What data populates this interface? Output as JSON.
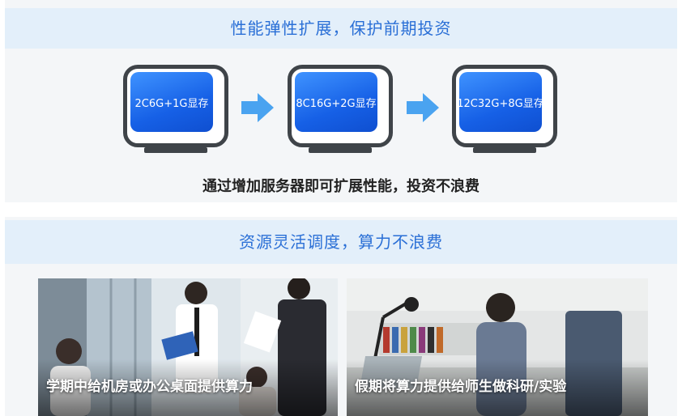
{
  "section1": {
    "title": "性能弹性扩展，保护前期投资",
    "monitors": [
      {
        "label": "2C6G+1G显存"
      },
      {
        "label": "8C16G+2G显存"
      },
      {
        "label": "12C32G+8G显存"
      }
    ],
    "subtitle": "通过增加服务器即可扩展性能，投资不浪费"
  },
  "section2": {
    "title": "资源灵活调度，算力不浪费",
    "photos": [
      {
        "caption": "学期中给机房或办公桌面提供算力"
      },
      {
        "caption": "假期将算力提供给师生做科研/实验"
      }
    ]
  },
  "colors": {
    "accent": "#2a6fd6",
    "screen": "#1660e6",
    "arrow": "#4aa3f0",
    "frame": "#3f4449"
  }
}
